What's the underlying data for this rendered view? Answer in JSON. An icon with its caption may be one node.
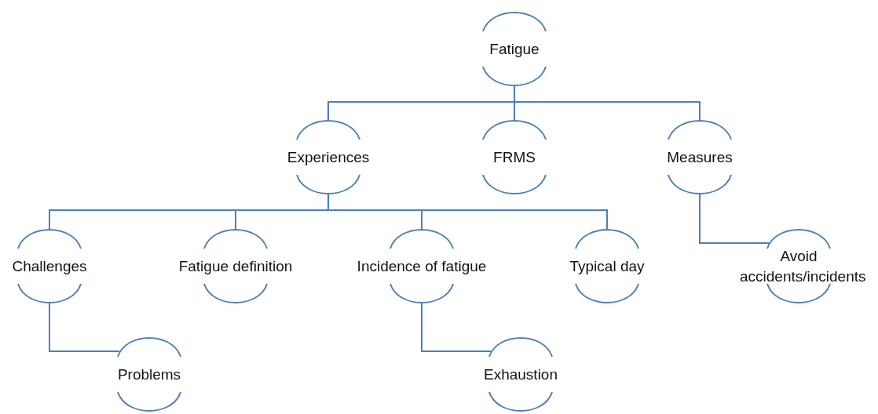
{
  "diagram": {
    "nodes": [
      {
        "text": [
          "Fatigue"
        ]
      },
      {
        "text": [
          "Experiences"
        ]
      },
      {
        "text": [
          "FRMS"
        ]
      },
      {
        "text": [
          "Measures"
        ]
      },
      {
        "text": [
          "Challenges"
        ]
      },
      {
        "text": [
          "Fatigue definition"
        ]
      },
      {
        "text": [
          "Incidence of fatigue"
        ]
      },
      {
        "text": [
          "Typical day"
        ]
      },
      {
        "text": [
          "Avoid accidents/incidents"
        ]
      },
      {
        "text": [
          "Problems"
        ]
      },
      {
        "text": [
          "Exhaustion"
        ]
      }
    ],
    "edges": [
      {
        "from": 0,
        "to": 1,
        "arrow": "none"
      },
      {
        "from": 0,
        "to": 2,
        "arrow": "none"
      },
      {
        "from": 0,
        "to": 3,
        "arrow": "none"
      },
      {
        "from": 1,
        "to": 4,
        "arrow": "none"
      },
      {
        "from": 1,
        "to": 5,
        "arrow": "none"
      },
      {
        "from": 1,
        "to": 6,
        "arrow": "none"
      },
      {
        "from": 1,
        "to": 7,
        "arrow": "none"
      },
      {
        "from": 3,
        "to": 8,
        "arrow": "none"
      },
      {
        "from": 4,
        "to": 9,
        "arrow": "none"
      },
      {
        "from": 6,
        "to": 10,
        "arrow": "none"
      }
    ]
  }
}
